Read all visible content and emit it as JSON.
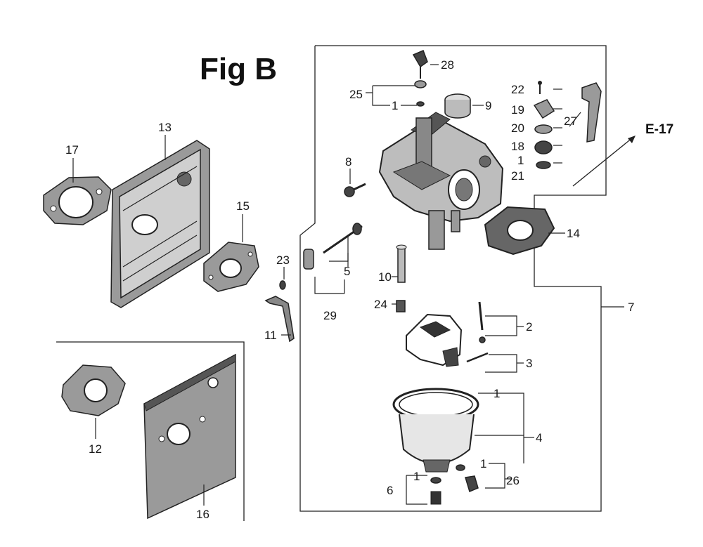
{
  "figure": {
    "title": "Fig B",
    "reference": "E-17"
  },
  "callouts": {
    "c1a": "1",
    "c1b": "1",
    "c1c": "1",
    "c1d": "1",
    "c1e": "1",
    "c2": "2",
    "c3": "3",
    "c4": "4",
    "c5": "5",
    "c6": "6",
    "c7": "7",
    "c8": "8",
    "c9": "9",
    "c10": "10",
    "c11": "11",
    "c12": "12",
    "c13": "13",
    "c14": "14",
    "c15": "15",
    "c16": "16",
    "c17": "17",
    "c18": "18",
    "c19": "19",
    "c20": "20",
    "c21": "21",
    "c22": "22",
    "c23": "23",
    "c24": "24",
    "c25": "25",
    "c26": "26",
    "c27": "27",
    "c28": "28",
    "c29": "29"
  }
}
